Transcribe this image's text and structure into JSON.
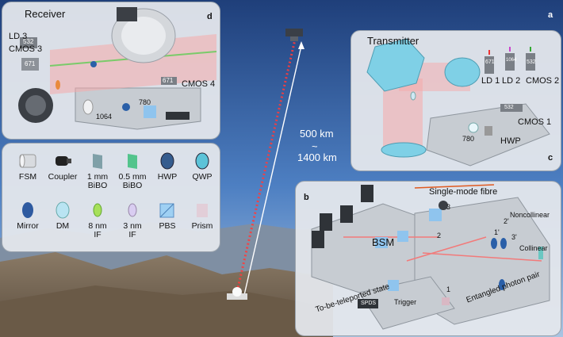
{
  "panels": {
    "receiver": {
      "title": "Receiver",
      "tag": "d",
      "labels": {
        "ld3": "LD 3",
        "cmos3": "CMOS 3",
        "cmos4": "CMOS 4",
        "n532": "532",
        "n671": "671",
        "n671b": "671",
        "n780": "780",
        "n1064": "1064"
      }
    },
    "transmitter": {
      "title": "Transmitter",
      "tag": "a",
      "subtag": "c",
      "labels": {
        "ld1": "LD 1",
        "ld2": "LD 2",
        "cmos2": "CMOS 2",
        "cmos1": "CMOS 1",
        "hwp": "HWP",
        "n780": "780",
        "n671": "671",
        "n1064": "1064",
        "n532": "532",
        "n532b": "532"
      }
    },
    "source": {
      "tag": "b",
      "fibre": "Single-mode fibre",
      "bsm": "BSM",
      "noncollinear": "Noncollinear",
      "collinear": "Collinear",
      "trigger": "Trigger",
      "to_be_teleported": "To-be-teleported state",
      "entangled": "Entangled photon pair",
      "spds": "SPDS",
      "nums": [
        "1",
        "2",
        "3",
        "1'",
        "2'",
        "3'"
      ]
    }
  },
  "distance": {
    "top": "500 km",
    "tilde": "~",
    "bottom": "1400 km"
  },
  "legend": [
    {
      "icon": "fsm-icon",
      "label": "FSM"
    },
    {
      "icon": "coupler-icon",
      "label": "Coupler"
    },
    {
      "icon": "bibo-1mm-icon",
      "label": "1 mm\nBiBO"
    },
    {
      "icon": "bibo-05mm-icon",
      "label": "0.5 mm\nBiBO"
    },
    {
      "icon": "hwp-icon",
      "label": "HWP"
    },
    {
      "icon": "qwp-icon",
      "label": "QWP"
    },
    {
      "icon": "mirror-icon",
      "label": "Mirror"
    },
    {
      "icon": "dm-icon",
      "label": "DM"
    },
    {
      "icon": "if-8nm-icon",
      "label": "8 nm\nIF"
    },
    {
      "icon": "if-3nm-icon",
      "label": "3 nm\nIF"
    },
    {
      "icon": "pbs-icon",
      "label": "PBS"
    },
    {
      "icon": "prism-icon",
      "label": "Prism"
    }
  ]
}
